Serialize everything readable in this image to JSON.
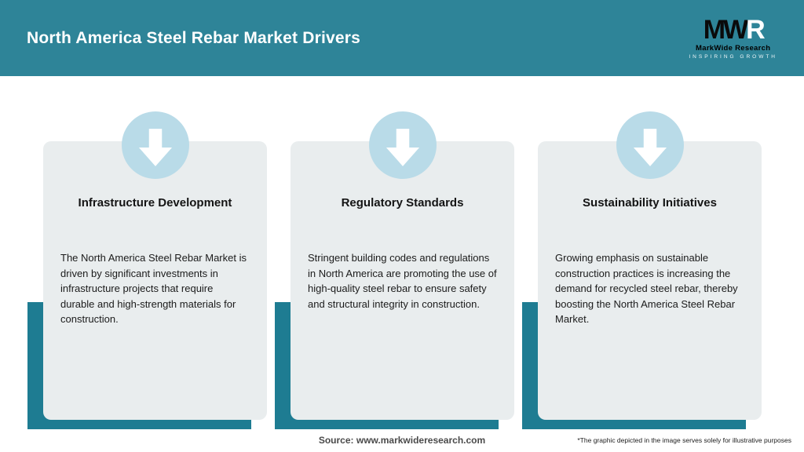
{
  "header": {
    "title": "North America Steel Rebar Market Drivers",
    "logo": {
      "mark_black": "MW",
      "mark_white": "R",
      "name": "MarkWide Research",
      "tagline": "Inspiring Growth"
    }
  },
  "cards": [
    {
      "title": "Infrastructure Development",
      "body": "The North America Steel Rebar Market is driven by significant investments in infrastructure projects that require durable and high-strength materials for construction."
    },
    {
      "title": "Regulatory Standards",
      "body": "Stringent building codes and regulations in North America are promoting the use of high-quality steel rebar to ensure safety and structural integrity in construction."
    },
    {
      "title": "Sustainability Initiatives",
      "body": "Growing emphasis on sustainable construction practices is increasing the demand for recycled steel rebar, thereby boosting the North America Steel Rebar Market."
    }
  ],
  "footer": {
    "source": "Source: www.markwideresearch.com",
    "disclaimer": "*The graphic depicted in the image serves solely for illustrative purposes"
  },
  "colors": {
    "header_teal": "#2E8498",
    "shadow_teal": "#1E7C92",
    "card_bg": "#E9EDEE",
    "circle_blue": "#B9DBE8",
    "arrow_white": "#FFFFFF"
  }
}
